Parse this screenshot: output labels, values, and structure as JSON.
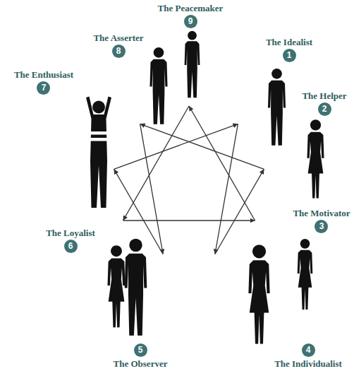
{
  "diagram": {
    "nodes": [
      {
        "text": [
          "The Peacemaker",
          "9"
        ]
      },
      {
        "text": [
          "The Idealist",
          "1"
        ]
      },
      {
        "text": [
          "The Helper",
          "2"
        ]
      },
      {
        "text": [
          "The Motivator",
          "3"
        ]
      },
      {
        "text": [
          "The Individualist",
          "4"
        ]
      },
      {
        "text": [
          "The Observer",
          "5"
        ]
      },
      {
        "text": [
          "The Loyalist",
          "6"
        ]
      },
      {
        "text": [
          "The Enthusiast",
          "7"
        ]
      },
      {
        "text": [
          "The Asserter",
          "8"
        ]
      }
    ]
  }
}
